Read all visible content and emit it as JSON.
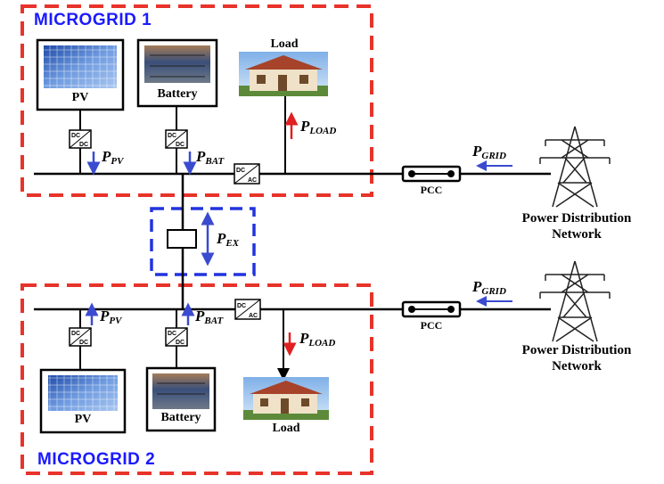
{
  "microgrid1": {
    "title": "MICROGRID 1",
    "pv_label": "PV",
    "battery_label": "Battery",
    "load_label": "Load",
    "p_pv": {
      "base": "P",
      "sub": "PV"
    },
    "p_bat": {
      "base": "P",
      "sub": "BAT"
    },
    "p_load": {
      "base": "P",
      "sub": "LOAD"
    },
    "p_grid": {
      "base": "P",
      "sub": "GRID"
    },
    "pcc_label": "PCC",
    "network_line1": "Power Distribution",
    "network_line2": "Network",
    "conv_pv": {
      "top": "DC",
      "bottom": "DC"
    },
    "conv_bat": {
      "top": "DC",
      "bottom": "DC"
    },
    "conv_ac": {
      "top": "DC",
      "bottom": "AC"
    }
  },
  "exchange": {
    "p_ex": {
      "base": "P",
      "sub": "EX"
    }
  },
  "microgrid2": {
    "title": "MICROGRID 2",
    "pv_label": "PV",
    "battery_label": "Battery",
    "load_label": "Load",
    "p_pv": {
      "base": "P",
      "sub": "PV"
    },
    "p_bat": {
      "base": "P",
      "sub": "BAT"
    },
    "p_load": {
      "base": "P",
      "sub": "LOAD"
    },
    "p_grid": {
      "base": "P",
      "sub": "GRID"
    },
    "pcc_label": "PCC",
    "network_line1": "Power Distribution",
    "network_line2": "Network",
    "conv_pv": {
      "top": "DC",
      "bottom": "DC"
    },
    "conv_bat": {
      "top": "DC",
      "bottom": "DC"
    },
    "conv_ac": {
      "top": "DC",
      "bottom": "AC"
    }
  },
  "colors": {
    "microgrid_border": "#e8332a",
    "exchange_border": "#2233dd",
    "title_text": "#1a1aff",
    "arrow_blue": "#3a4bd0",
    "arrow_red": "#e02020"
  }
}
